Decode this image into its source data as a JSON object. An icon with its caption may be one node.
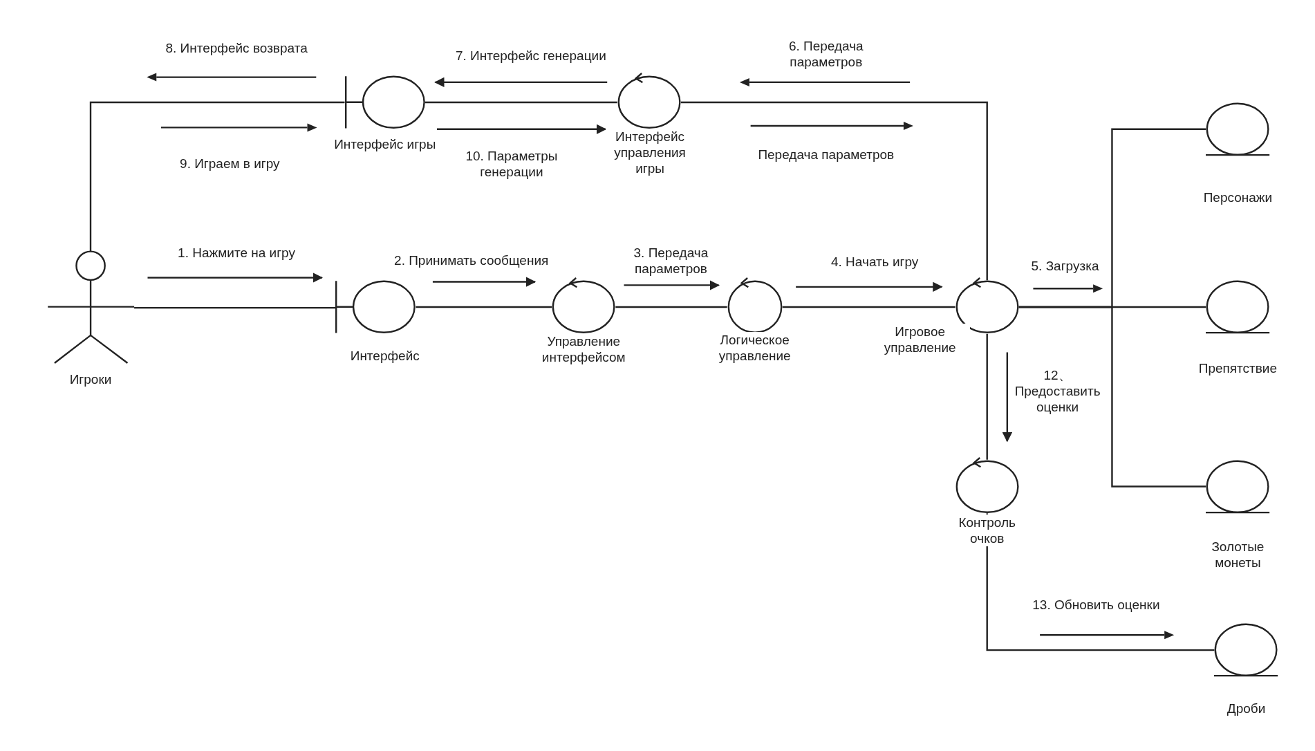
{
  "diagram": {
    "nodes": [
      {
        "text": [
          "Игроки"
        ]
      },
      {
        "text": [
          "Интерфейс игры"
        ]
      },
      {
        "text": [
          "Интерфейс управления игры"
        ]
      },
      {
        "text": [
          "Интерфейс"
        ]
      },
      {
        "text": [
          "Управление интерфейсом"
        ]
      },
      {
        "text": [
          "Логическое управление"
        ]
      },
      {
        "text": [
          "Игровое управление"
        ]
      },
      {
        "text": [
          "Персонажи"
        ]
      },
      {
        "text": [
          "Препятствие"
        ]
      },
      {
        "text": [
          "Золотые монеты"
        ]
      },
      {
        "text": [
          "Контроль очков"
        ]
      },
      {
        "text": [
          "Дроби"
        ]
      }
    ],
    "edges": [
      {
        "from": 0,
        "to": 1,
        "arrow": "none"
      },
      {
        "from": 1,
        "to": 2,
        "arrow": "none"
      },
      {
        "from": 2,
        "to": 6,
        "arrow": "none"
      },
      {
        "from": 0,
        "to": 3,
        "arrow": "none"
      },
      {
        "from": 3,
        "to": 4,
        "arrow": "none"
      },
      {
        "from": 4,
        "to": 5,
        "arrow": "none"
      },
      {
        "from": 5,
        "to": 6,
        "arrow": "none"
      },
      {
        "from": 6,
        "to": 7,
        "arrow": "none"
      },
      {
        "from": 6,
        "to": 8,
        "arrow": "none"
      },
      {
        "from": 6,
        "to": 9,
        "arrow": "none"
      },
      {
        "from": 6,
        "to": 10,
        "arrow": "none"
      },
      {
        "from": 10,
        "to": 11,
        "arrow": "none"
      },
      {
        "from": 2,
        "to": 1,
        "arrow": "to",
        "label": "7. Интерфейс генерации"
      },
      {
        "from": 1,
        "to": 2,
        "arrow": "to",
        "label": "10. Параметры генерации"
      },
      {
        "from": 0,
        "to": 3,
        "arrow": "to",
        "label": "1. Нажмите на игру"
      },
      {
        "from": 3,
        "to": 4,
        "arrow": "to",
        "label": "2. Принимать сообщения"
      },
      {
        "from": 4,
        "to": 5,
        "arrow": "to",
        "label": "3. Передача параметров"
      },
      {
        "from": 5,
        "to": 6,
        "arrow": "to",
        "label": "4. Начать игру"
      },
      {
        "from": 6,
        "to": 10,
        "arrow": "to",
        "label": "12、 Предоставить оценки"
      }
    ],
    "labels": [
      "8. Интерфейс возврата",
      "6. Передача параметров",
      "9. Играем в игру",
      "Передача параметров",
      "5. Загрузка",
      "13. Обновить оценки"
    ]
  }
}
